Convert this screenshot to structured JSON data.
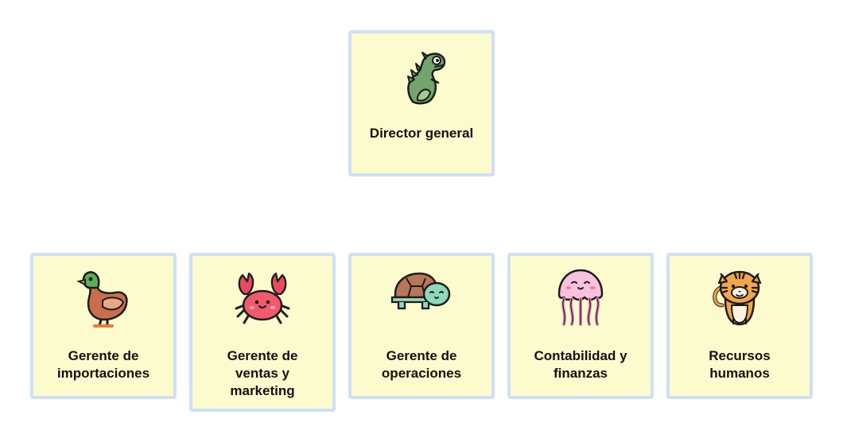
{
  "chart": {
    "nodes": [
      {
        "id": "director",
        "label": "Director general",
        "icon": "dinosaur-icon"
      },
      {
        "id": "imports",
        "label": "Gerente de\nimportaciones",
        "icon": "duck-icon"
      },
      {
        "id": "sales",
        "label": "Gerente de\nventas y\nmarketing",
        "icon": "crab-icon"
      },
      {
        "id": "operations",
        "label": "Gerente de\noperaciones",
        "icon": "turtle-icon"
      },
      {
        "id": "finance",
        "label": "Contabilidad y\nfinanzas",
        "icon": "jellyfish-icon"
      },
      {
        "id": "hr",
        "label": "Recursos\nhumanos",
        "icon": "tiger-icon"
      }
    ]
  },
  "colors": {
    "card_fill": "#fcfbce",
    "card_border": "#cfe0f6"
  }
}
